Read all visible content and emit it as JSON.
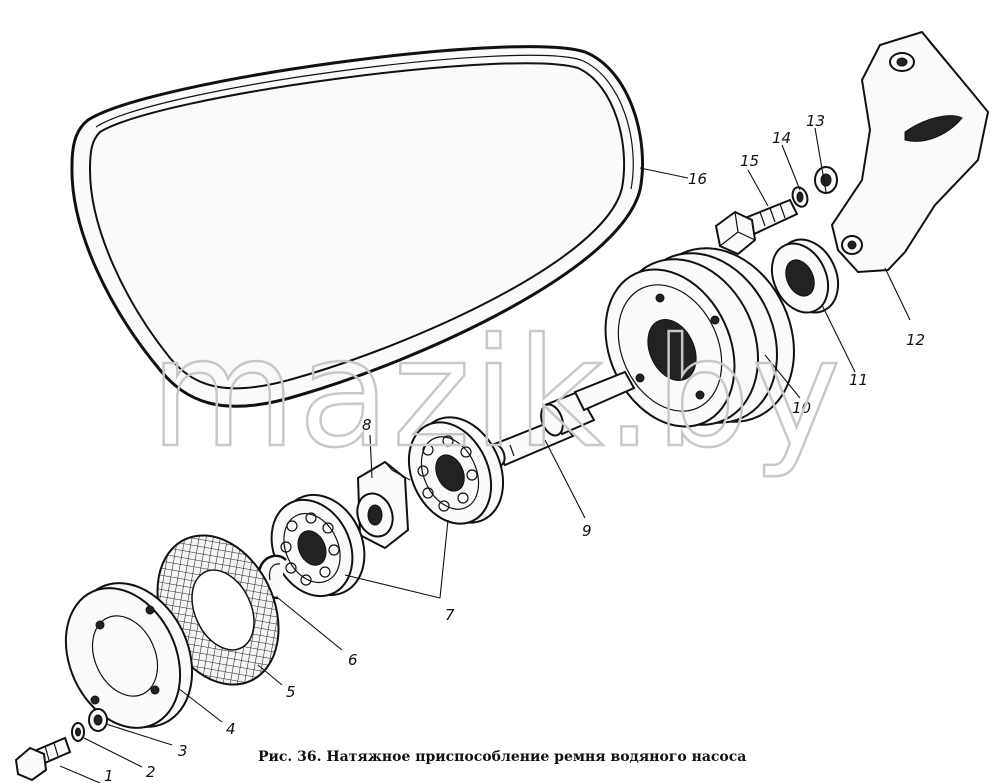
{
  "caption": "Рис. 36. Натяжное приспособление ремня водяного насоса",
  "watermark": "mazik.by",
  "callouts": {
    "c1": "1",
    "c2": "2",
    "c3": "3",
    "c4": "4",
    "c5": "5",
    "c6": "6",
    "c7": "7",
    "c8": "8",
    "c9": "9",
    "c10": "10",
    "c11": "11",
    "c12": "12",
    "c13": "13",
    "c14": "14",
    "c15": "15",
    "c16": "16"
  }
}
